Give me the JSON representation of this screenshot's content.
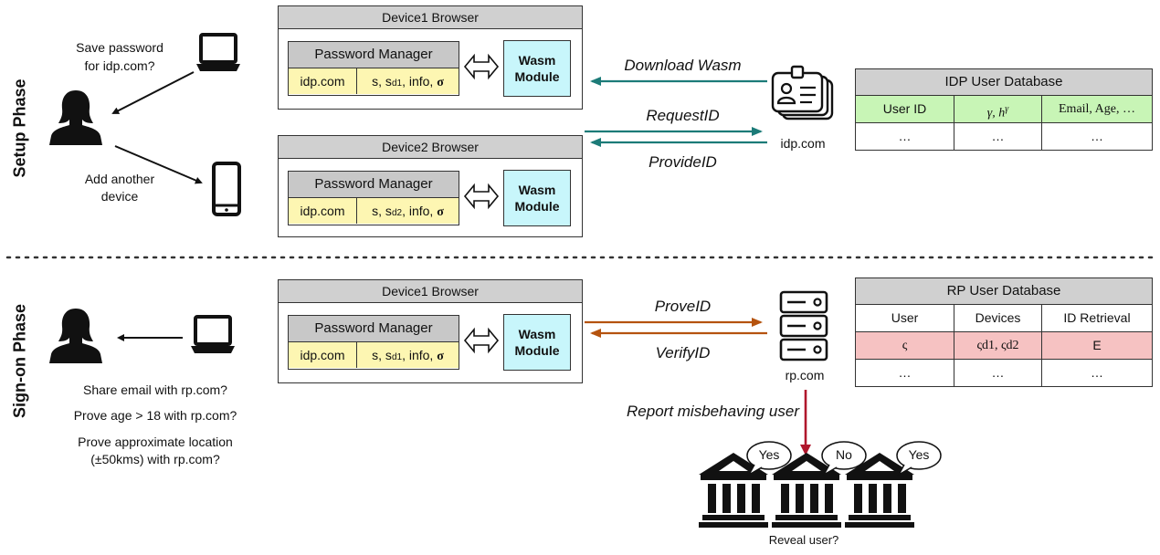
{
  "phases": {
    "setup": "Setup Phase",
    "signon": "Sign-on Phase"
  },
  "setup": {
    "save_prompt_line1": "Save password",
    "save_prompt_line2": "for idp.com?",
    "add_device_line1": "Add another",
    "add_device_line2": "device",
    "device1": {
      "title": "Device1 Browser",
      "pm_title": "Password Manager",
      "domain": "idp.com",
      "secret": "s, s",
      "secret_sub": "d1",
      "secret_tail": ", info, ",
      "sigma": "σ",
      "wasm_line1": "Wasm",
      "wasm_line2": "Module"
    },
    "device2": {
      "title": "Device2 Browser",
      "pm_title": "Password Manager",
      "domain": "idp.com",
      "secret": "s, s",
      "secret_sub": "d2",
      "secret_tail": ", info, ",
      "sigma": "σ",
      "wasm_line1": "Wasm",
      "wasm_line2": "Module"
    },
    "arrows": {
      "download": "Download Wasm",
      "request": "RequestID",
      "provide": "ProvideID"
    },
    "server_label": "idp.com",
    "idp_db": {
      "title": "IDP User Database",
      "headers": [
        "User ID",
        "γ, h",
        "Email, Age, …"
      ],
      "gamma_sup": "γ",
      "row": [
        "…",
        "…",
        "…"
      ]
    }
  },
  "signon": {
    "device1": {
      "title": "Device1 Browser",
      "pm_title": "Password Manager",
      "domain": "idp.com",
      "secret": "s, s",
      "secret_sub": "d1",
      "secret_tail": ", info, ",
      "sigma": "σ",
      "wasm_line1": "Wasm",
      "wasm_line2": "Module"
    },
    "prompts": [
      "Share email with rp.com?",
      "Prove age > 18 with rp.com?",
      "Prove approximate location",
      "(±50kms) with rp.com?"
    ],
    "arrows": {
      "prove": "ProveID",
      "verify": "VerifyID",
      "report": "Report misbehaving user"
    },
    "server_label": "rp.com",
    "rp_db": {
      "title": "RP User Database",
      "headers": [
        "User",
        "Devices",
        "ID Retrieval"
      ],
      "row_red": [
        "ς",
        "ςd1, ςd2",
        "E"
      ],
      "row": [
        "…",
        "…",
        "…"
      ]
    },
    "votes": [
      "Yes",
      "No",
      "Yes"
    ],
    "reveal": "Reveal user?"
  },
  "colors": {
    "teal": "#1c7b78",
    "orange": "#b5530f",
    "crimson": "#b0172c",
    "yellow_cell": "#fdf6b2",
    "wasm_fill": "#c8f6fb",
    "green_row": "#c8f5b6",
    "red_row": "#f6c2c2"
  },
  "icons": [
    "person-silhouette-icon",
    "laptop-icon",
    "phone-icon",
    "id-card-icon",
    "server-icon",
    "bank-building-icon",
    "speech-bubble-icon",
    "double-arrow-icon"
  ]
}
